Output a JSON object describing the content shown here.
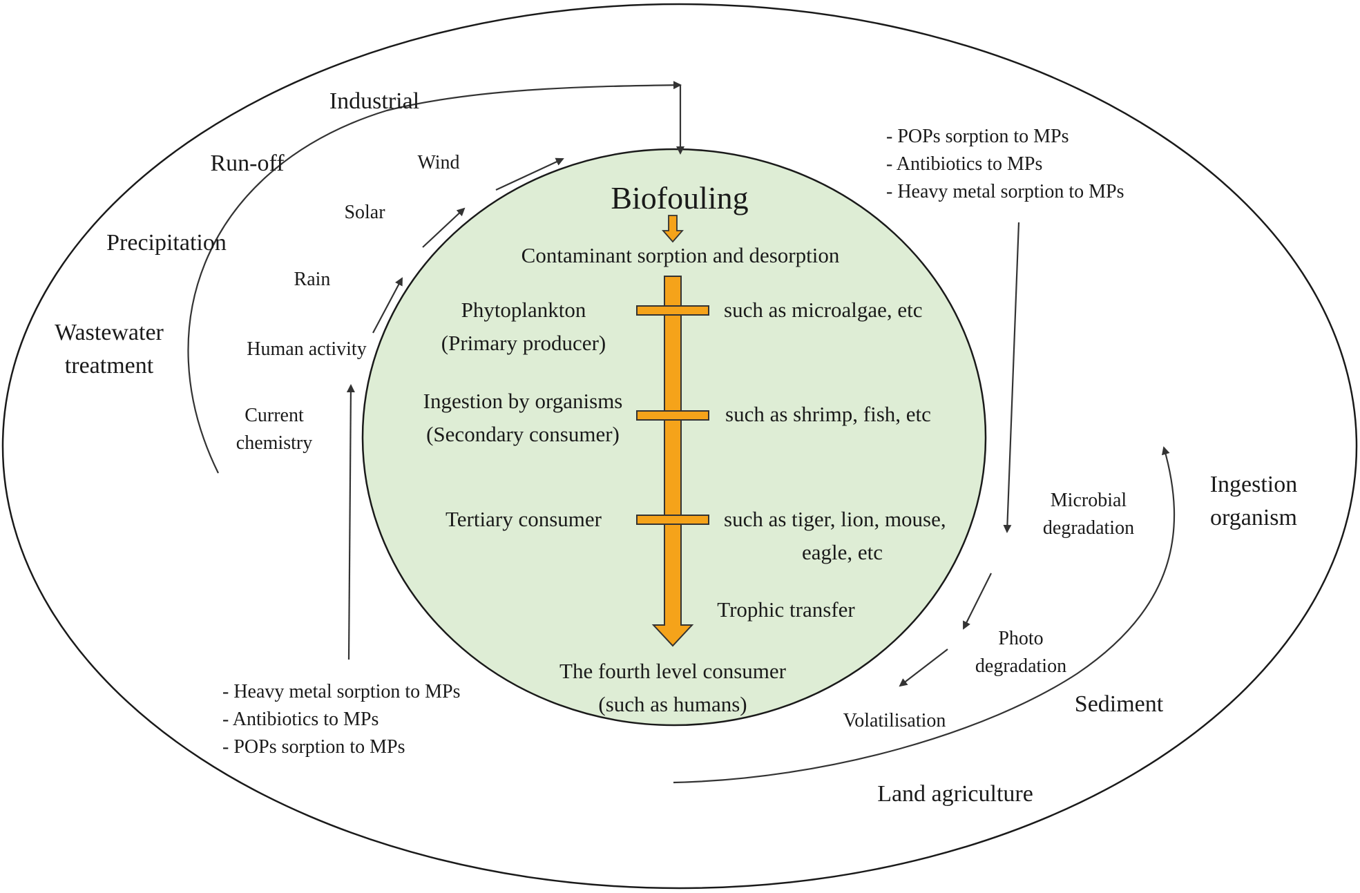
{
  "outer_labels": {
    "industrial": "Industrial",
    "run_off": "Run-off",
    "precipitation": "Precipitation",
    "wastewater_line1": "Wastewater",
    "wastewater_line2": "treatment",
    "ingestion_line1": "Ingestion",
    "ingestion_line2": "organism",
    "sediment": "Sediment",
    "land_agriculture": "Land agriculture"
  },
  "drivers": {
    "wind": "Wind",
    "solar": "Solar",
    "rain": "Rain",
    "human_activity": "Human activity",
    "current_line1": "Current",
    "current_line2": "chemistry"
  },
  "degradation": {
    "microbial_line1": "Microbial",
    "microbial_line2": "degradation",
    "photo_line1": "Photo",
    "photo_line2": "degradation",
    "volatilisation": "Volatilisation"
  },
  "sorption_top": [
    "-  POPs sorption to MPs",
    "-  Antibiotics to MPs",
    "-  Heavy metal sorption to MPs"
  ],
  "sorption_bottom": [
    "-  Heavy metal sorption to MPs",
    "-  Antibiotics to MPs",
    "-  POPs sorption to MPs"
  ],
  "center": {
    "title": "Biofouling",
    "sorption": "Contaminant sorption and desorption",
    "level1_line1": "Phytoplankton",
    "level1_line2": "(Primary producer)",
    "level1_example": "such as microalgae, etc",
    "level2_line1": "Ingestion by organisms",
    "level2_line2": "(Secondary consumer)",
    "level2_example": "such as shrimp, fish, etc",
    "level3": "Tertiary consumer",
    "level3_example_line1": "such as tiger, lion, mouse,",
    "level3_example_line2": "eagle, etc",
    "trophic": "Trophic transfer",
    "level4_line1": "The fourth level consumer",
    "level4_line2": "(such as humans)"
  },
  "colors": {
    "inner_fill": "#deedd5",
    "trophic_arrow": "#f5a31a",
    "line": "#333333"
  }
}
